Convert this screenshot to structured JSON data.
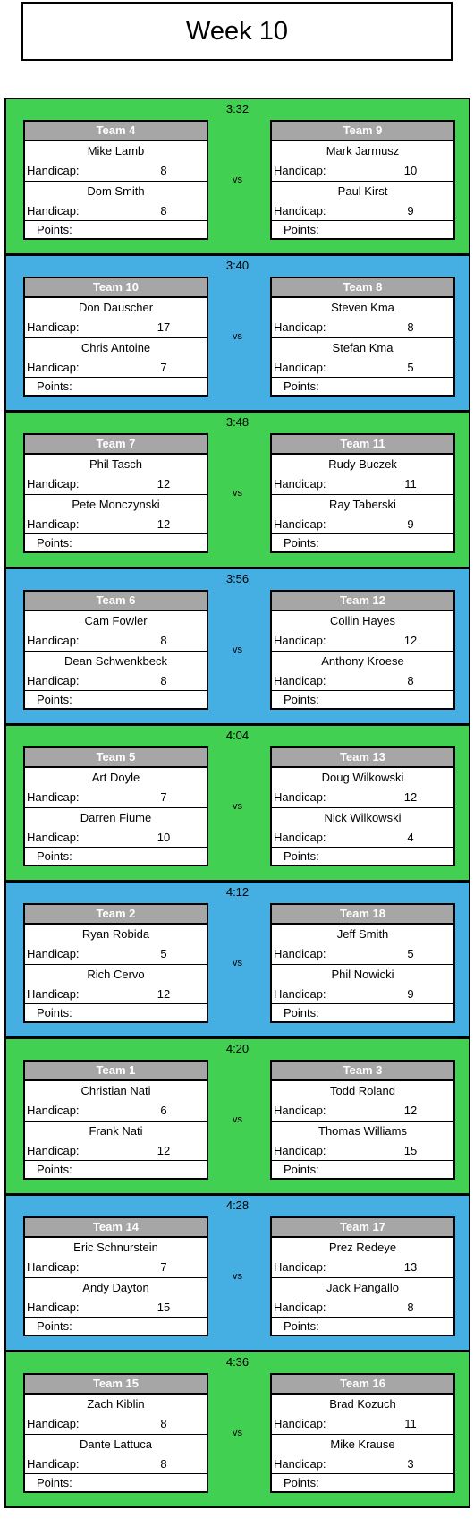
{
  "title": "Week 10",
  "labels": {
    "vs": "vs",
    "handicap": "Handicap:",
    "points": "Points:"
  },
  "colors": {
    "green": "#41d051",
    "blue": "#45aee2",
    "header_gray": "#a6a6a6"
  },
  "matches": [
    {
      "time": "3:32",
      "color": "green",
      "left": {
        "team": "Team 4",
        "players": [
          {
            "name": "Mike Lamb",
            "handicap": "8"
          },
          {
            "name": "Dom Smith",
            "handicap": "8"
          }
        ]
      },
      "right": {
        "team": "Team 9",
        "players": [
          {
            "name": "Mark Jarmusz",
            "handicap": "10"
          },
          {
            "name": "Paul Kirst",
            "handicap": "9"
          }
        ]
      }
    },
    {
      "time": "3:40",
      "color": "blue",
      "left": {
        "team": "Team 10",
        "players": [
          {
            "name": "Don Dauscher",
            "handicap": "17"
          },
          {
            "name": "Chris Antoine",
            "handicap": "7"
          }
        ]
      },
      "right": {
        "team": "Team 8",
        "players": [
          {
            "name": "Steven Kma",
            "handicap": "8"
          },
          {
            "name": "Stefan Kma",
            "handicap": "5"
          }
        ]
      }
    },
    {
      "time": "3:48",
      "color": "green",
      "left": {
        "team": "Team 7",
        "players": [
          {
            "name": "Phil Tasch",
            "handicap": "12"
          },
          {
            "name": "Pete Monczynski",
            "handicap": "12"
          }
        ]
      },
      "right": {
        "team": "Team 11",
        "players": [
          {
            "name": "Rudy Buczek",
            "handicap": "11"
          },
          {
            "name": "Ray Taberski",
            "handicap": "9"
          }
        ]
      }
    },
    {
      "time": "3:56",
      "color": "blue",
      "left": {
        "team": "Team 6",
        "players": [
          {
            "name": "Cam Fowler",
            "handicap": "8"
          },
          {
            "name": "Dean Schwenkbeck",
            "handicap": "8"
          }
        ]
      },
      "right": {
        "team": "Team 12",
        "players": [
          {
            "name": "Collin Hayes",
            "handicap": "12"
          },
          {
            "name": "Anthony Kroese",
            "handicap": "8"
          }
        ]
      }
    },
    {
      "time": "4:04",
      "color": "green",
      "left": {
        "team": "Team 5",
        "players": [
          {
            "name": "Art Doyle",
            "handicap": "7"
          },
          {
            "name": "Darren Fiume",
            "handicap": "10"
          }
        ]
      },
      "right": {
        "team": "Team 13",
        "players": [
          {
            "name": "Doug Wilkowski",
            "handicap": "12"
          },
          {
            "name": "Nick Wilkowski",
            "handicap": "4"
          }
        ]
      }
    },
    {
      "time": "4:12",
      "color": "blue",
      "left": {
        "team": "Team 2",
        "players": [
          {
            "name": "Ryan Robida",
            "handicap": "5"
          },
          {
            "name": "Rich Cervo",
            "handicap": "12"
          }
        ]
      },
      "right": {
        "team": "Team 18",
        "players": [
          {
            "name": "Jeff Smith",
            "handicap": "5"
          },
          {
            "name": "Phil Nowicki",
            "handicap": "9"
          }
        ]
      }
    },
    {
      "time": "4:20",
      "color": "green",
      "left": {
        "team": "Team 1",
        "players": [
          {
            "name": "Christian Nati",
            "handicap": "6"
          },
          {
            "name": "Frank Nati",
            "handicap": "12"
          }
        ]
      },
      "right": {
        "team": "Team 3",
        "players": [
          {
            "name": "Todd Roland",
            "handicap": "12"
          },
          {
            "name": "Thomas Williams",
            "handicap": "15"
          }
        ]
      }
    },
    {
      "time": "4:28",
      "color": "blue",
      "left": {
        "team": "Team 14",
        "players": [
          {
            "name": "Eric Schnurstein",
            "handicap": "7"
          },
          {
            "name": "Andy Dayton",
            "handicap": "15"
          }
        ]
      },
      "right": {
        "team": "Team 17",
        "players": [
          {
            "name": "Prez Redeye",
            "handicap": "13"
          },
          {
            "name": "Jack Pangallo",
            "handicap": "8"
          }
        ]
      }
    },
    {
      "time": "4:36",
      "color": "green",
      "left": {
        "team": "Team 15",
        "players": [
          {
            "name": "Zach Kiblin",
            "handicap": "8"
          },
          {
            "name": "Dante Lattuca",
            "handicap": "8"
          }
        ]
      },
      "right": {
        "team": "Team 16",
        "players": [
          {
            "name": "Brad Kozuch",
            "handicap": "11"
          },
          {
            "name": "Mike Krause",
            "handicap": "3"
          }
        ]
      }
    }
  ]
}
